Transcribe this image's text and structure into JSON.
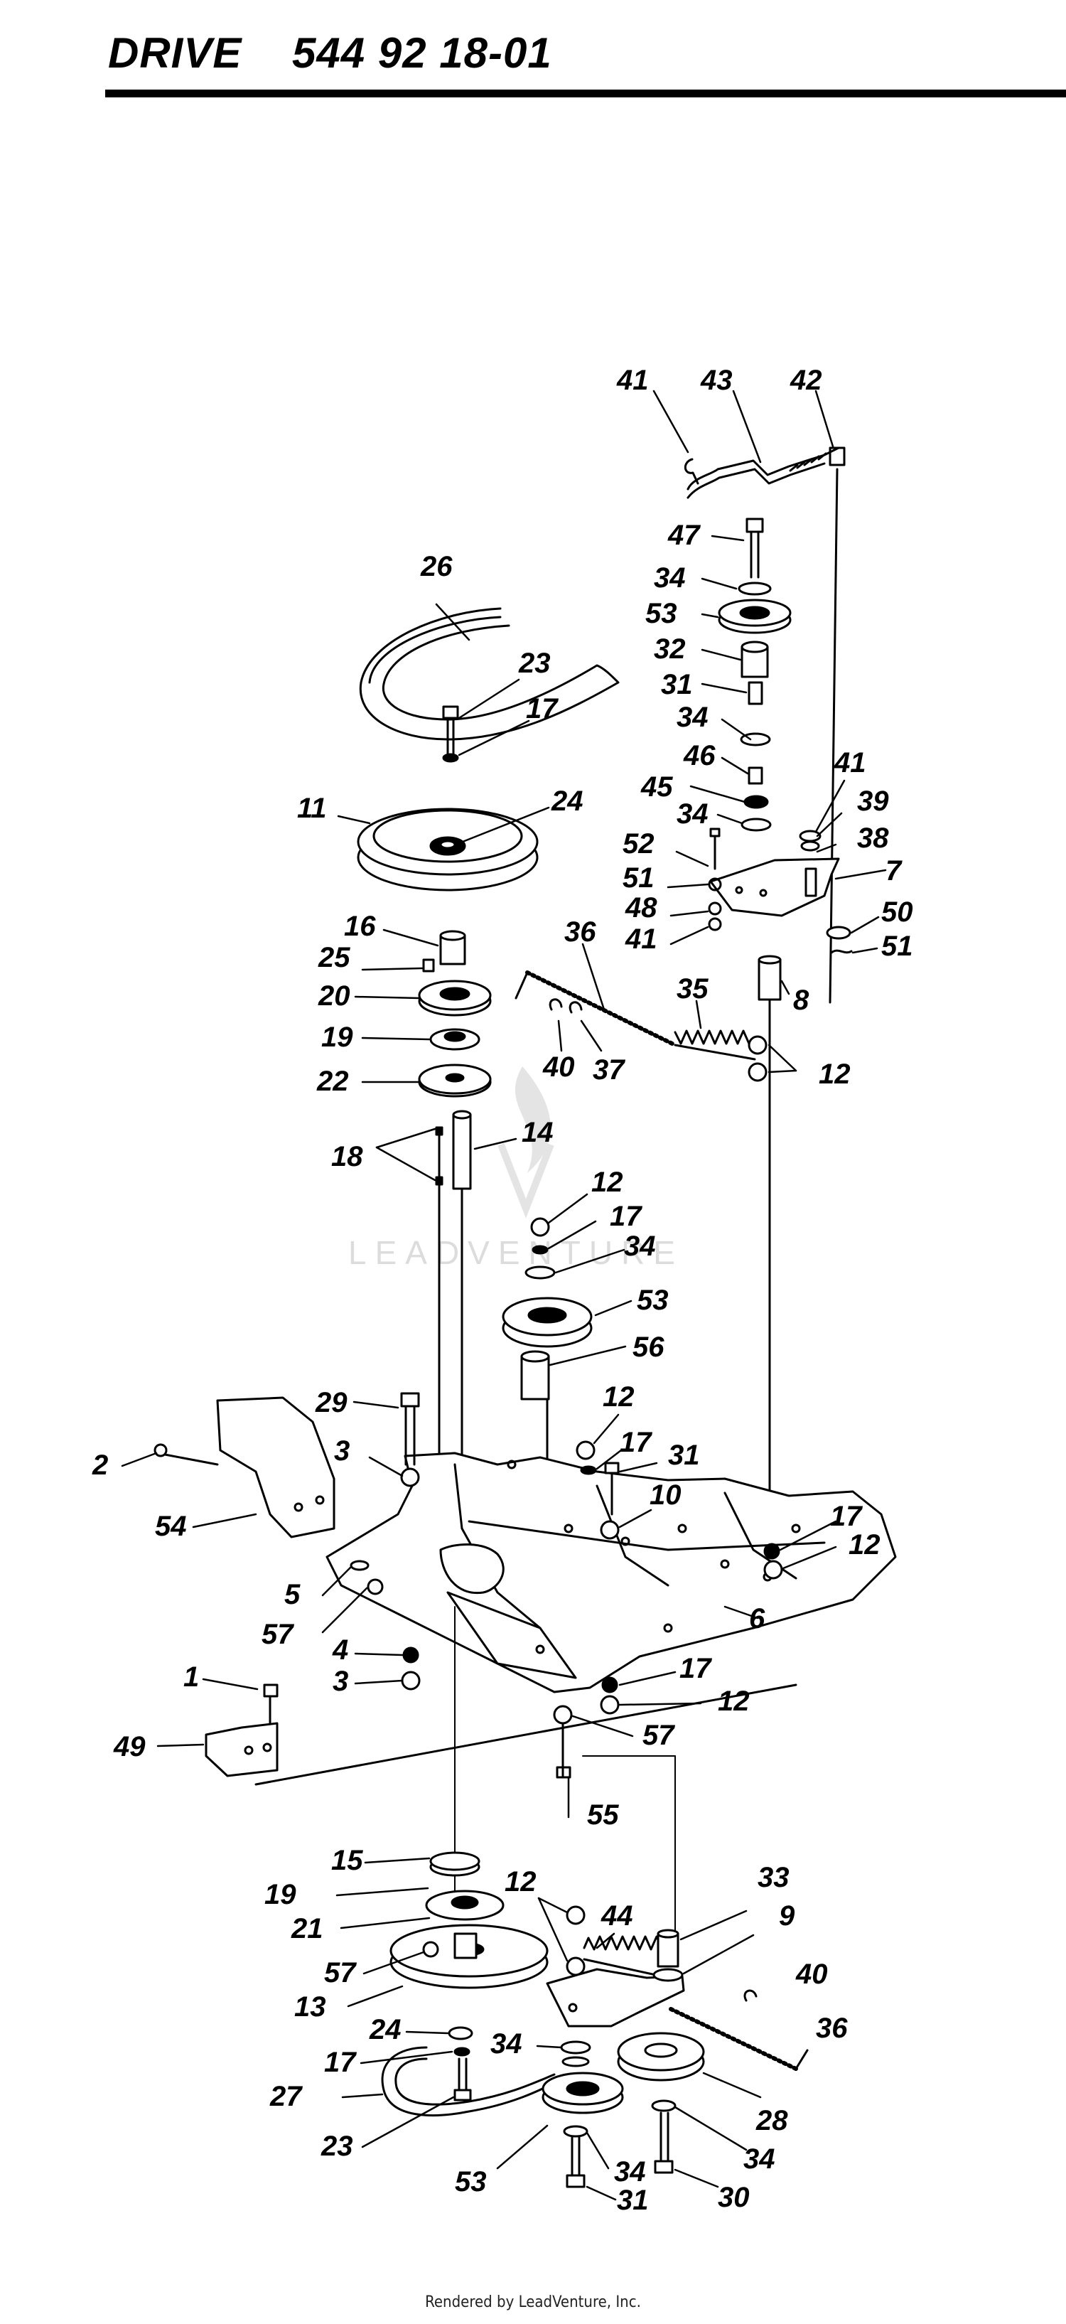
{
  "header": {
    "title": "DRIVE    544 92 18-01"
  },
  "watermark": {
    "text": "LEADVENTURE"
  },
  "footer": {
    "text": "Rendered by LeadVenture, Inc."
  },
  "callouts": [
    "41",
    "43",
    "42",
    "47",
    "34",
    "53",
    "32",
    "31",
    "34",
    "46",
    "45",
    "34",
    "41",
    "39",
    "38",
    "7",
    "50",
    "51",
    "52",
    "51",
    "48",
    "41",
    "8",
    "36",
    "35",
    "40",
    "37",
    "12",
    "26",
    "23",
    "17",
    "11",
    "24",
    "16",
    "25",
    "20",
    "19",
    "22",
    "18",
    "14",
    "12",
    "17",
    "34",
    "53",
    "56",
    "29",
    "2",
    "3",
    "54",
    "5",
    "57",
    "4",
    "3",
    "1",
    "49",
    "12",
    "17",
    "31",
    "10",
    "17",
    "12",
    "6",
    "17",
    "12",
    "57",
    "55",
    "15",
    "19",
    "21",
    "57",
    "13",
    "24",
    "17",
    "27",
    "23",
    "12",
    "44",
    "33",
    "9",
    "40",
    "36",
    "34",
    "28",
    "53",
    "34",
    "34",
    "31",
    "30"
  ],
  "colors": {
    "ink": "#000000",
    "paper": "#ffffff",
    "watermark": "#dcdcdc"
  }
}
